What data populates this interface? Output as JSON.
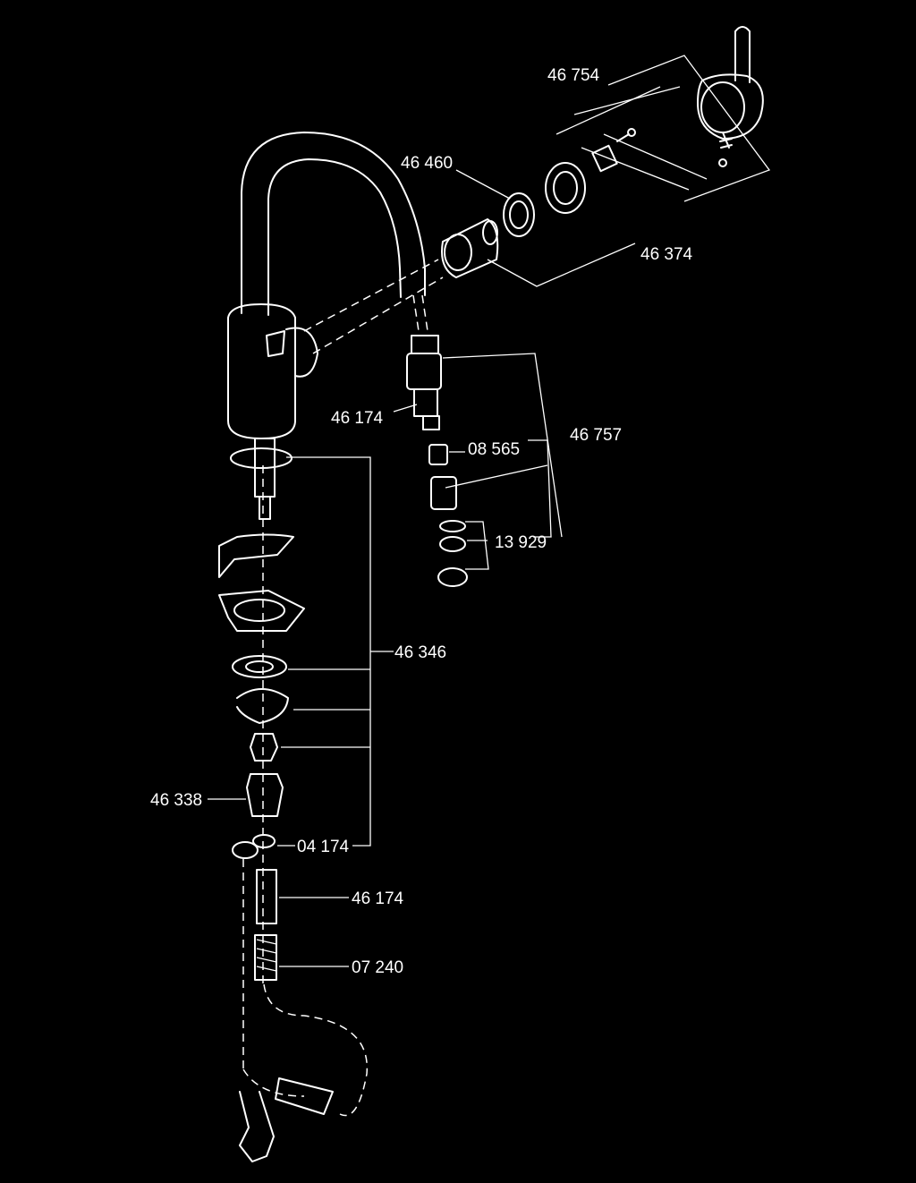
{
  "diagram": {
    "background": "#000000",
    "line_color": "#ffffff",
    "part_numbers": {
      "handle": "46 754",
      "cartridge_nut": "46 460",
      "cartridge": "46 374",
      "hose_connector_upper": "46 174",
      "spray_head": "46 757",
      "spray_adapter": "08 565",
      "aerator": "13 929",
      "mounting_set": "46 346",
      "check_valve": "46 338",
      "o_ring": "04 174",
      "hose_connector_lower": "46 174",
      "weight": "07 240"
    }
  }
}
